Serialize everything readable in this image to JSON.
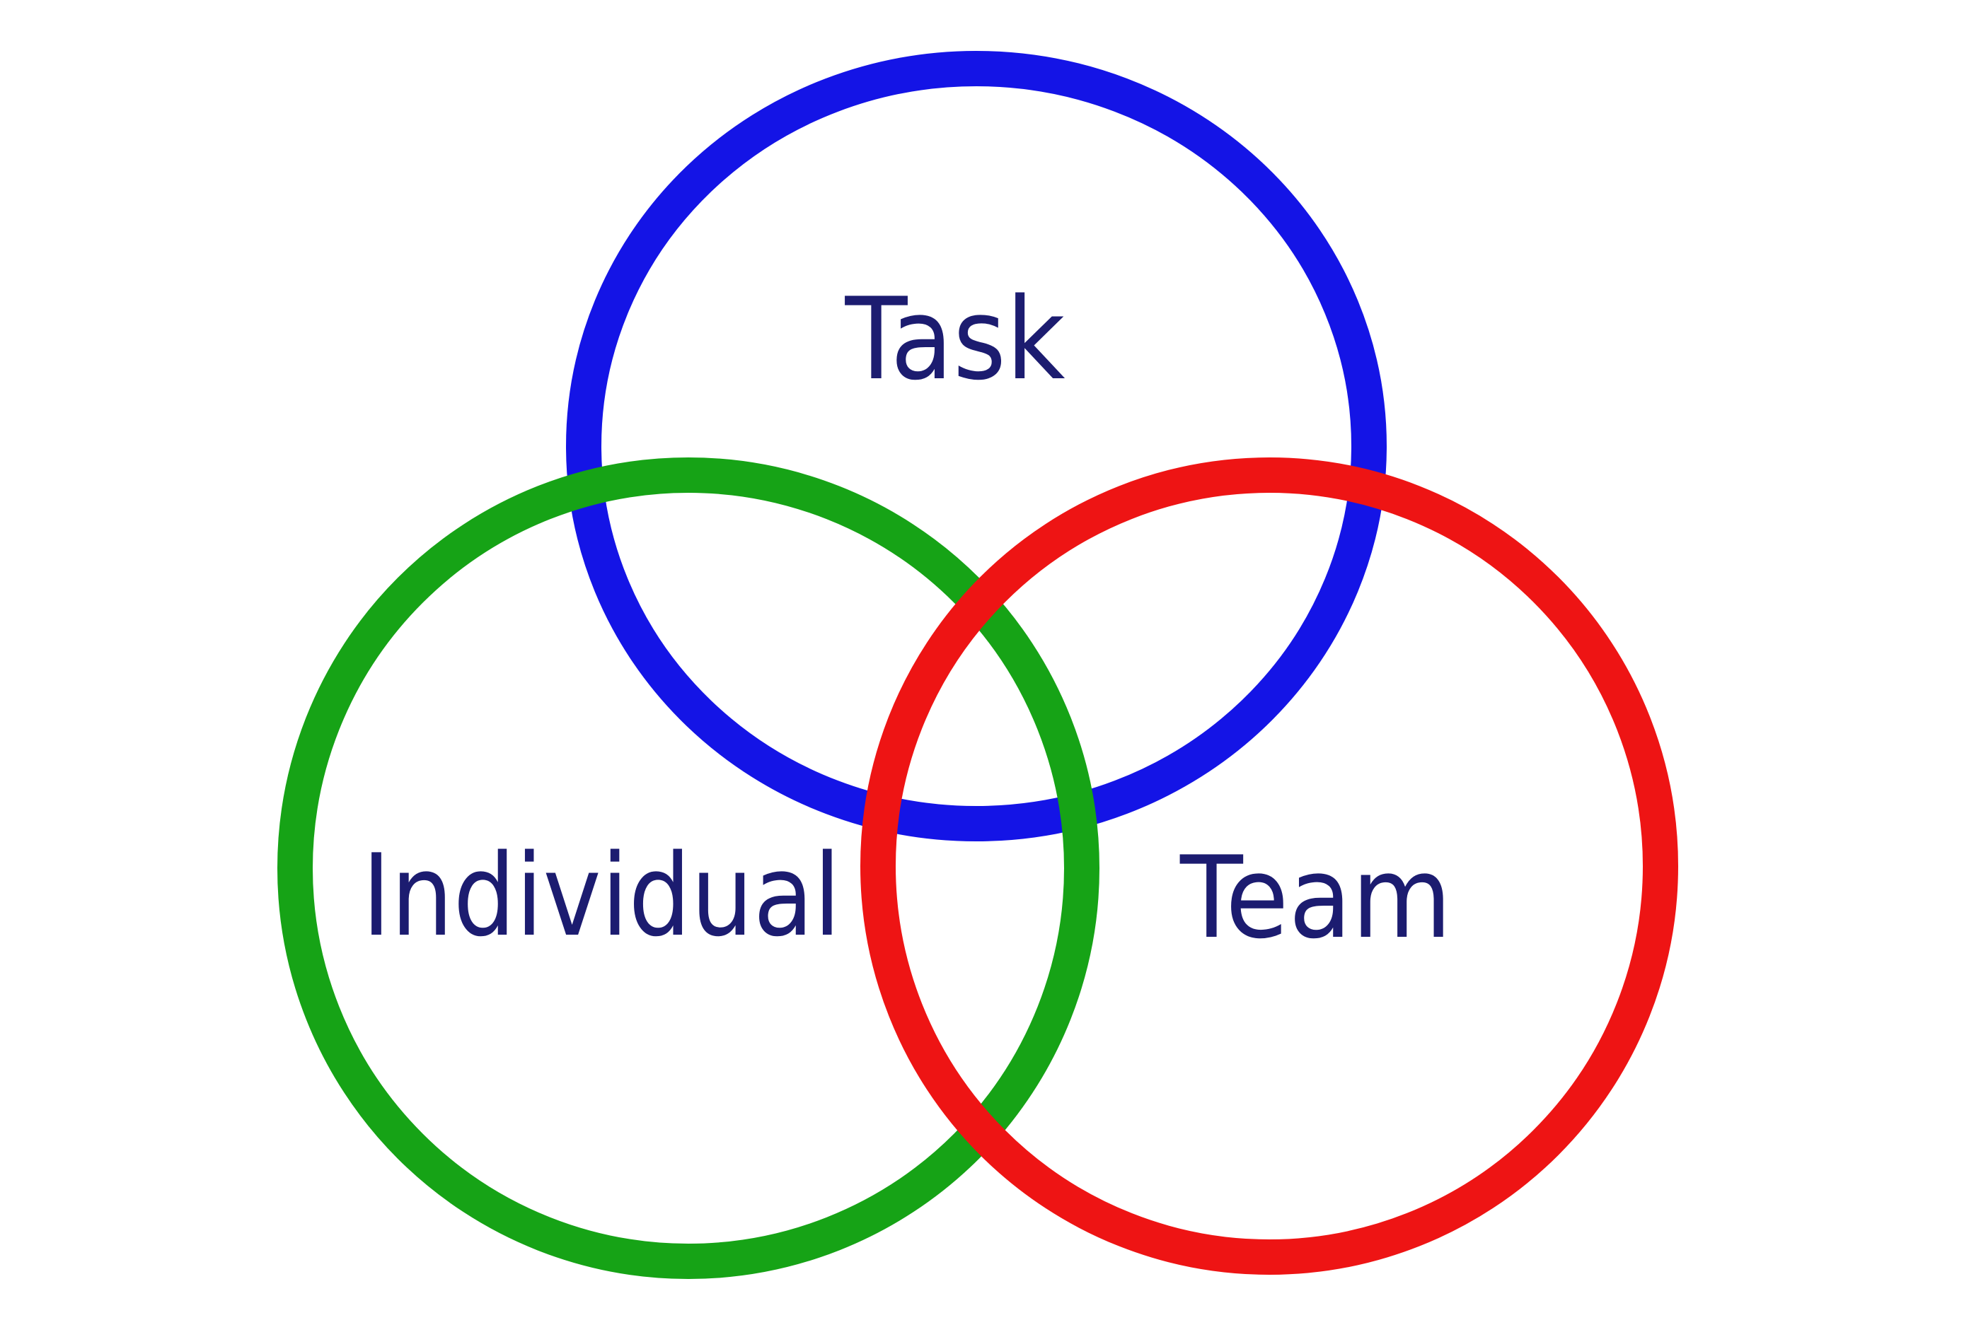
{
  "diagram": {
    "type": "venn",
    "background_color": "#ffffff",
    "label_color": "#1c1c70",
    "circles": [
      {
        "id": "task",
        "label": "Task",
        "color": "#1414e6",
        "position": "top"
      },
      {
        "id": "individual",
        "label": "Individual",
        "color": "#16a316",
        "position": "bottom-left"
      },
      {
        "id": "team",
        "label": "Team",
        "color": "#ee1414",
        "position": "bottom-right"
      }
    ]
  }
}
